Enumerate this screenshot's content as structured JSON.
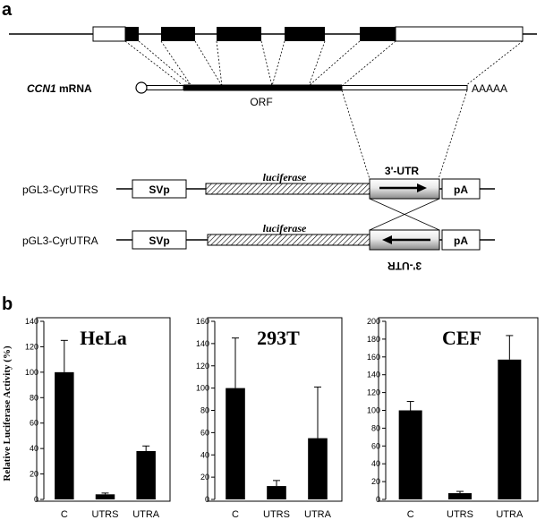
{
  "panel_a": {
    "letter": "a",
    "mrna_gene": "CCN1",
    "mrna_suffix": " mRNA",
    "orf_label": "ORF",
    "polya_label": "AAAAA",
    "construct1": {
      "name": "pGL3-CyrUTRS",
      "promoter": "SVp",
      "reporter": "luciferase",
      "utr": "3'-UTR",
      "pa": "pA"
    },
    "construct2": {
      "name": "pGL3-CyrUTRA",
      "promoter": "SVp",
      "reporter": "luciferase",
      "utr": "3'-UTR",
      "pa": "pA"
    }
  },
  "panel_b": {
    "letter": "b",
    "ylabel": "Relative Luciferase Activity (%)"
  },
  "chart_data": [
    {
      "type": "bar",
      "title": "HeLa",
      "categories": [
        "C",
        "UTRS",
        "UTRA"
      ],
      "values": [
        100,
        4,
        38
      ],
      "errors": [
        25,
        1,
        4
      ],
      "ylim": [
        0,
        140
      ],
      "yticks": [
        "0",
        "20",
        "40",
        "60",
        "80",
        "100",
        "120",
        "140"
      ],
      "color": "#000000"
    },
    {
      "type": "bar",
      "title": "293T",
      "categories": [
        "C",
        "UTRS",
        "UTRA"
      ],
      "values": [
        100,
        12,
        55
      ],
      "errors": [
        45,
        5,
        46
      ],
      "ylim": [
        0,
        160
      ],
      "yticks": [
        "0",
        "20",
        "40",
        "60",
        "80",
        "100",
        "120",
        "140",
        "160"
      ],
      "color": "#000000"
    },
    {
      "type": "bar",
      "title": "CEF",
      "categories": [
        "C",
        "UTRS",
        "UTRA"
      ],
      "values": [
        100,
        7,
        157
      ],
      "errors": [
        10,
        2,
        27
      ],
      "ylim": [
        0,
        200
      ],
      "yticks": [
        "0",
        "20",
        "40",
        "60",
        "80",
        "100",
        "120",
        "140",
        "160",
        "180",
        "200"
      ],
      "color": "#000000"
    }
  ]
}
